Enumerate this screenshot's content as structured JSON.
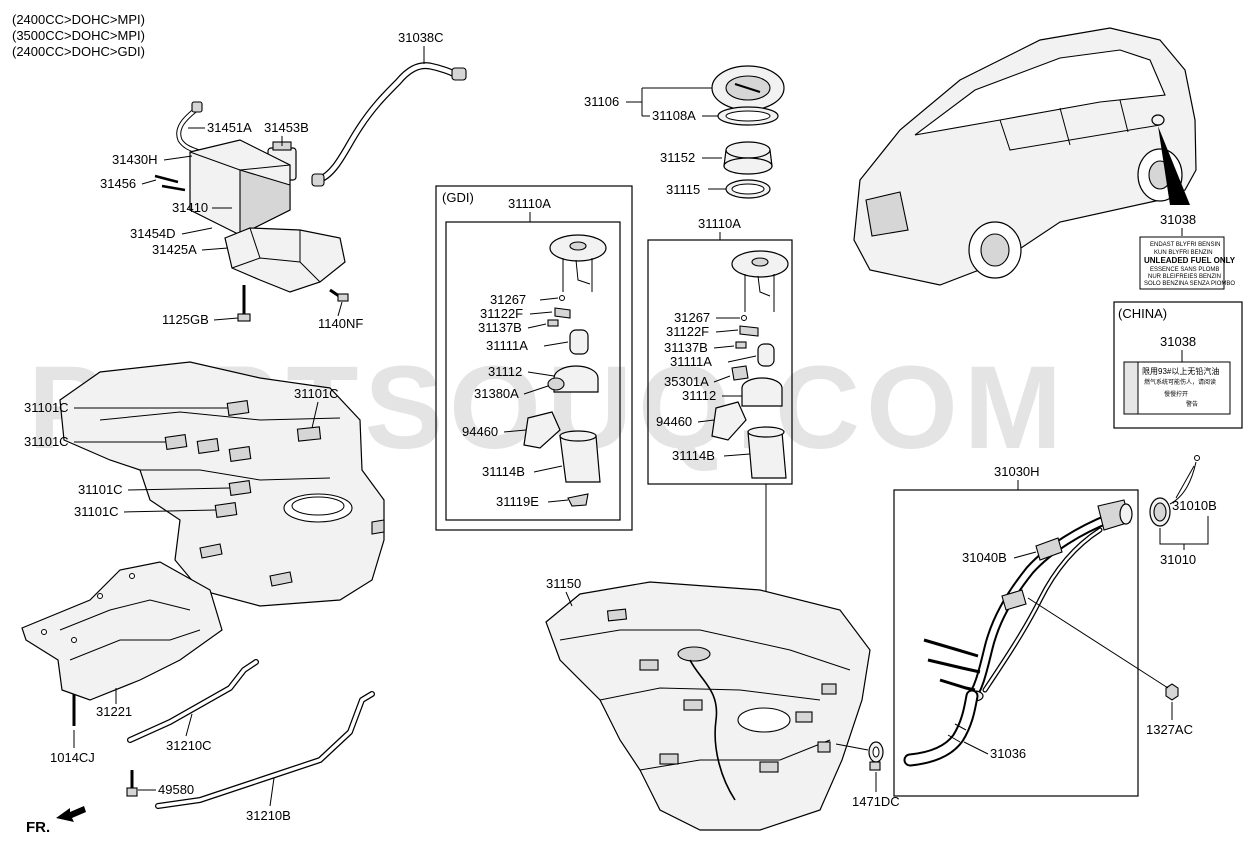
{
  "header_lines": [
    "(2400CC>DOHC>MPI)",
    "(3500CC>DOHC>MPI)",
    "(2400CC>DOHC>GDI)"
  ],
  "gdi_box_title": "(GDI)",
  "china_box_title": "(CHINA)",
  "front_label": "FR.",
  "watermark": "PARTSOUQ.COM",
  "label_sticker": {
    "line1": "ENDAST BLYFRI BENSIN",
    "line2": "KUN BLYFRI BENZIN",
    "line3": "UNLEADED FUEL ONLY",
    "line4": "ESSENCE SANS PLOMB",
    "line5": "NUR BLEIFREIES BENZIN",
    "line6": "SOLO BENZINA SENZA PIOMBO"
  },
  "china_sticker": {
    "line1": "限用93#以上无铅汽油",
    "line2": "燃气系统可能伤人，请阅读",
    "line3": "慢慢拧开",
    "line4": "警告"
  },
  "callouts": {
    "c31038C": "31038C",
    "c31451A": "31451A",
    "c31453B": "31453B",
    "c31430H": "31430H",
    "c31456": "31456",
    "c31410": "31410",
    "c31454D": "31454D",
    "c31425A": "31425A",
    "c1125GB": "1125GB",
    "c1140NF": "1140NF",
    "c31106": "31106",
    "c31108A": "31108A",
    "c31152": "31152",
    "c31115": "31115",
    "c31110A_gdi": "31110A",
    "c31267_gdi": "31267",
    "c31122F_gdi": "31122F",
    "c31137B_gdi": "31137B",
    "c31111A_gdi": "31111A",
    "c31112_gdi": "31112",
    "c31380A": "31380A",
    "c94460_gdi": "94460",
    "c31114B_gdi": "31114B",
    "c31119E": "31119E",
    "c31110A": "31110A",
    "c31267": "31267",
    "c31122F": "31122F",
    "c31137B": "31137B",
    "c31111A": "31111A",
    "c35301A": "35301A",
    "c31112": "31112",
    "c94460": "94460",
    "c31114B": "31114B",
    "c31038": "31038",
    "c31038_china": "31038",
    "c31101C_a": "31101C",
    "c31101C_b": "31101C",
    "c31101C_c": "31101C",
    "c31101C_d": "31101C",
    "c31101C_e": "31101C",
    "c31221": "31221",
    "c1014CJ": "1014CJ",
    "c31210C": "31210C",
    "c49580": "49580",
    "c31210B": "31210B",
    "c31150": "31150",
    "c1471DC": "1471DC",
    "c31030H": "31030H",
    "c31040B": "31040B",
    "c31010B": "31010B",
    "c31010": "31010",
    "c1327AC": "1327AC",
    "c31036": "31036"
  }
}
